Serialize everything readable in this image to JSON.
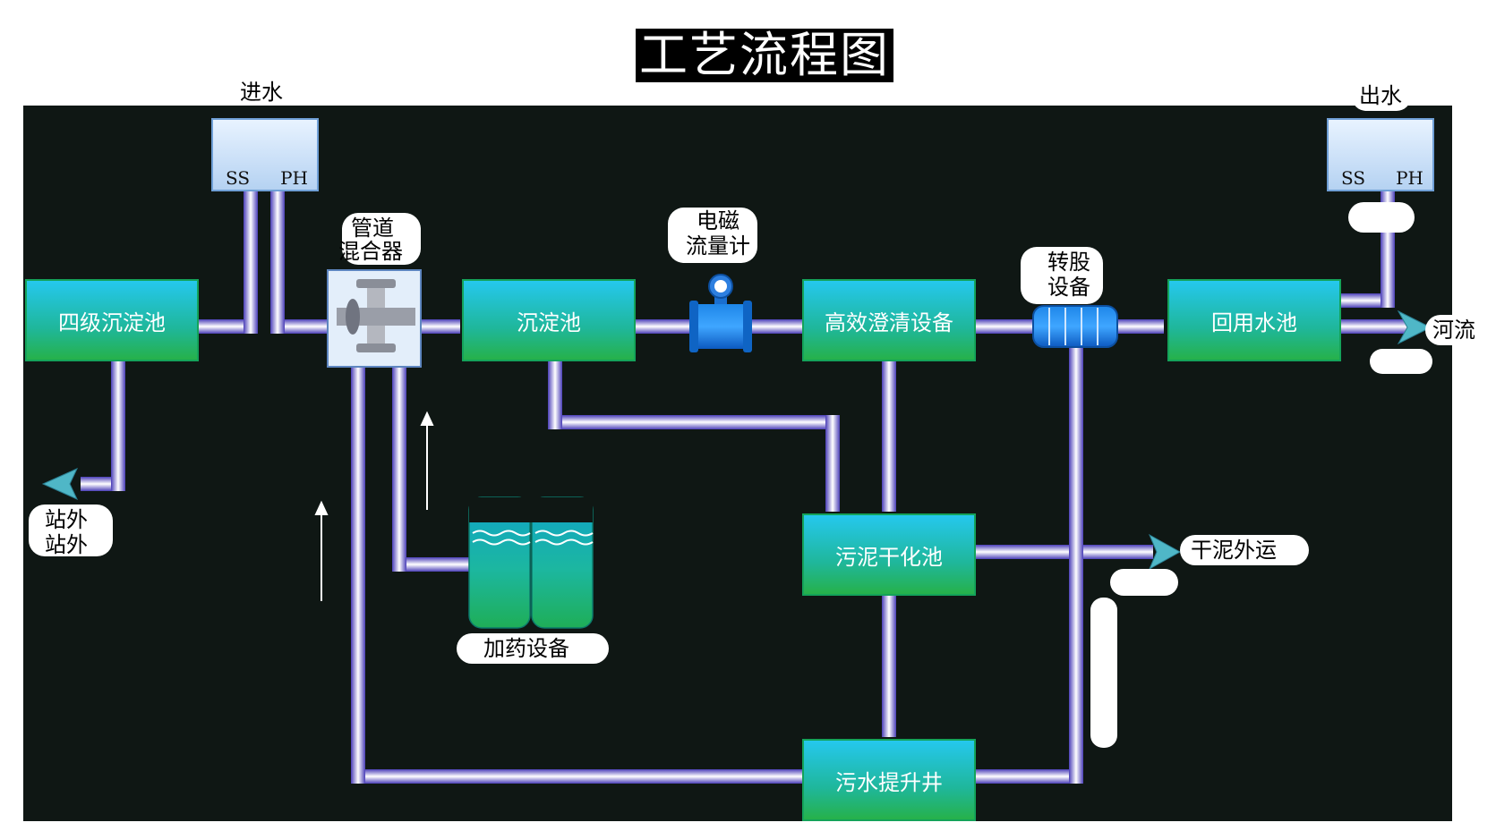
{
  "title": "工艺流程图",
  "inlet_label": "进水",
  "outlet_label": "出水",
  "sensors": {
    "ss": "SS",
    "ph": "PH"
  },
  "units": {
    "settling4": "四级沉淀池",
    "settling": "沉淀池",
    "clarifier": "高效澄清设备",
    "reuse": "回用水池",
    "sludge": "污泥干化池",
    "lift": "污水提升井"
  },
  "labels": {
    "mixer_1": "管道",
    "mixer_2": "混合器",
    "flowmeter_1": "电磁",
    "flowmeter_2": "流量计",
    "rotary_1": "转股",
    "rotary_2": "设备",
    "river": "河流",
    "offsite_1": "站外",
    "offsite_2": "站外",
    "dosing": "加药设备",
    "dry_sludge": "干泥外运"
  },
  "colors": {
    "panel": "#0f1714",
    "box_top": "#25c8ee",
    "box_bottom": "#26b14a",
    "pipe_core": "#ffffff",
    "pipe_edge": "#5a4fc4",
    "arrow": "#4fb7c7"
  }
}
